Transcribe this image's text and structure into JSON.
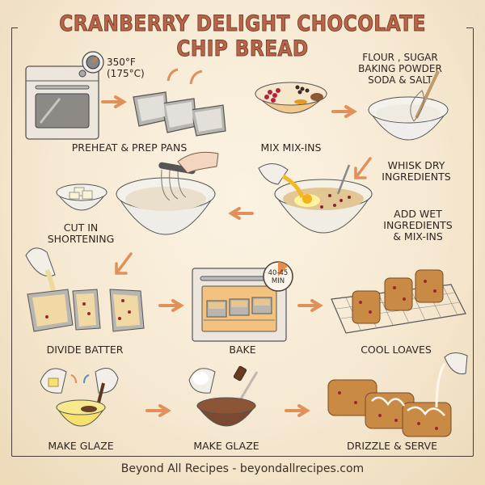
{
  "title": "CRANBERRY DELIGHT CHOCOLATE CHIP BREAD",
  "colors": {
    "title": "#b8664a",
    "arrow": "#e0915a",
    "background": "#f7ecd8",
    "ink": "#2e2520"
  },
  "steps": [
    {
      "label": "PREHEAT & PREP PANS",
      "icon": "oven-and-loaf-pans",
      "note": "350°F\n(175°C)"
    },
    {
      "label": "MIX MIX-INS",
      "icon": "bowl-of-mix-ins"
    },
    {
      "label": "WHISK DRY\nINGREDIENTS",
      "icon": "whisk-in-flour-bowl",
      "note": "FLOUR , SUGAR\nBAKING POWDER\nSODA & SALT"
    },
    {
      "label": "ADD WET\nINGREDIENTS\n& MIX-INS",
      "icon": "pouring-egg-into-bowl"
    },
    {
      "label": "CUT IN\nSHORTENING",
      "icon": "pastry-blender-bowl"
    },
    {
      "label": "DIVIDE BATTER",
      "icon": "batter-into-pans"
    },
    {
      "label": "BAKE",
      "icon": "oven-with-timer",
      "note": "40-45\nMIN"
    },
    {
      "label": "COOL LOAVES",
      "icon": "loaves-on-cooling-rack"
    },
    {
      "label": "MAKE GLAZE",
      "icon": "butter-and-cocoa-bowl"
    },
    {
      "label": "MAKE GLAZE",
      "icon": "sugar-vanilla-whisk-bowl"
    },
    {
      "label": "DRIZZLE & SERVE",
      "icon": "drizzled-loaves"
    }
  ],
  "footer": "Beyond All Recipes - beyondallrecipes.com"
}
